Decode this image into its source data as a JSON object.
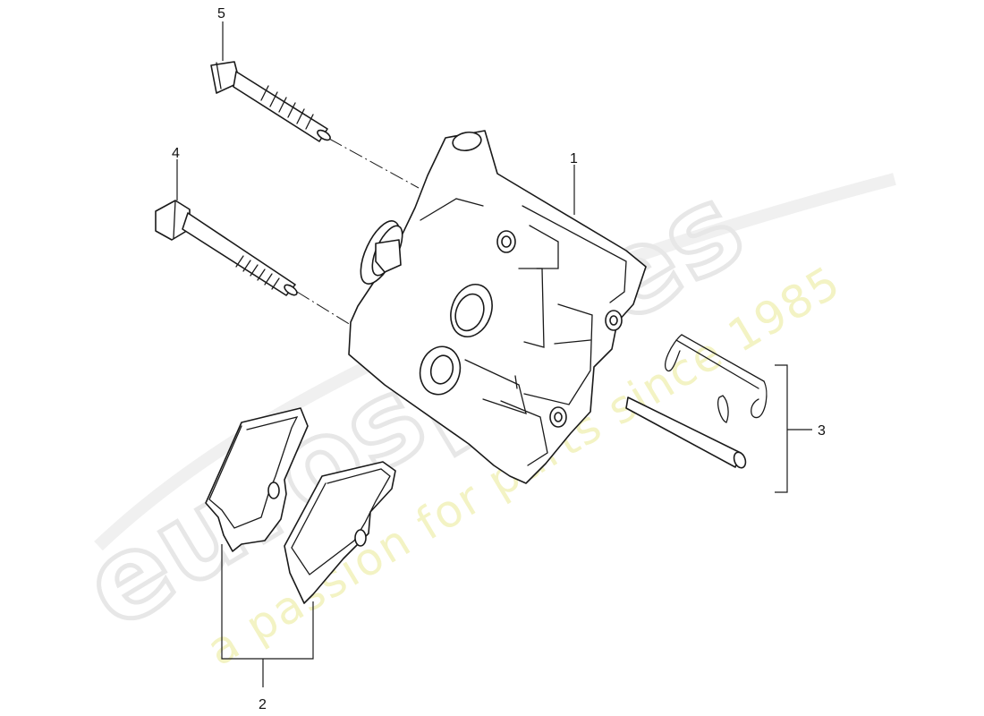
{
  "watermark": {
    "brand": "eurospares",
    "tagline": "a passion for parts since 1985"
  },
  "callouts": {
    "caliper": "1",
    "pads": "2",
    "repair_kit": "3",
    "bolt_lower": "4",
    "bolt_upper": "5"
  },
  "colors": {
    "line": "#1a1a1a",
    "watermark_brand": "#e7e7e7",
    "watermark_tagline": "#f3f3c4"
  }
}
